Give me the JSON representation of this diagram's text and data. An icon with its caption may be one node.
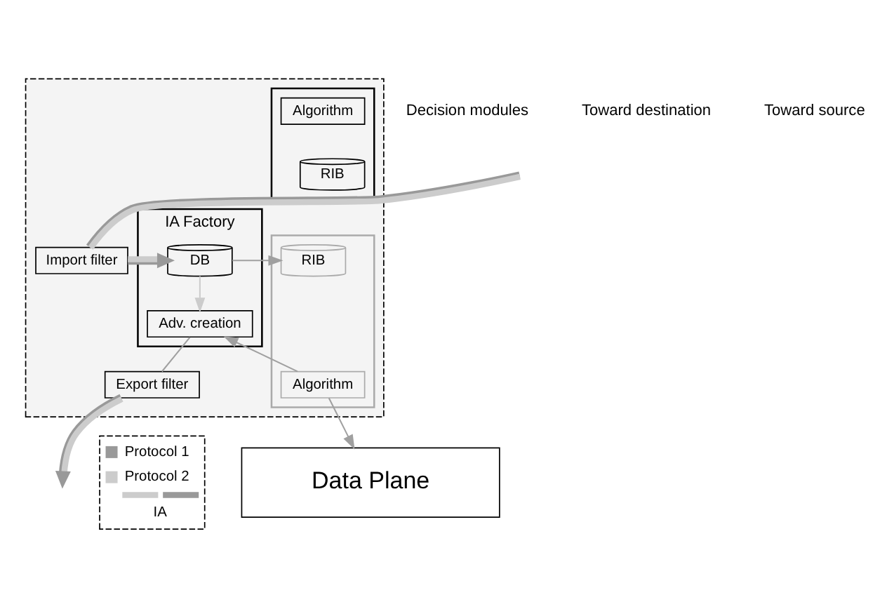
{
  "diagram": {
    "nodes": [
      {
        "text": [],
        "shape": "box"
      },
      {
        "text": [
          "Import filter"
        ],
        "in": 0
      },
      {
        "text": [
          "IA Factory"
        ],
        "in": 0
      },
      {
        "text": [
          "DB"
        ],
        "in": 2
      },
      {
        "text": [
          "Adv. creation"
        ],
        "in": 2
      },
      {
        "text": [
          "Export filter"
        ],
        "in": 0
      },
      {
        "text": [],
        "shape": "box",
        "in": 0
      },
      {
        "text": [
          "RIB"
        ],
        "in": 6
      },
      {
        "text": [
          "Algorithm"
        ],
        "in": 6
      },
      {
        "text": [],
        "shape": "box",
        "in": 0
      },
      {
        "text": [
          "RIB"
        ],
        "in": 9
      },
      {
        "text": [
          "Algorithm"
        ],
        "in": 9
      },
      {
        "text": [
          "Data Plane"
        ]
      }
    ],
    "edges": [
      {
        "from": null,
        "to": 1,
        "arrow": "none",
        "style": "thick"
      },
      {
        "from": 1,
        "to": 3,
        "arrow": "to",
        "style": "thick"
      },
      {
        "from": 3,
        "to": 4,
        "arrow": "to",
        "color": "#cccccc"
      },
      {
        "from": 3,
        "to": 10,
        "arrow": "to"
      },
      {
        "from": 11,
        "to": 4,
        "arrow": "to"
      },
      {
        "from": 11,
        "to": 12,
        "arrow": "to"
      },
      {
        "from": 4,
        "to": 5,
        "arrow": "none"
      },
      {
        "from": 5,
        "to": null,
        "arrow": "to",
        "style": "thick"
      }
    ],
    "labels": [
      "Toward destination",
      "Decision modules",
      "Toward source"
    ],
    "legend": [
      {
        "text": "Protocol 1",
        "color": "#999999"
      },
      {
        "text": "Protocol 2",
        "color": "#cccccc"
      },
      {
        "text": "IA"
      }
    ]
  }
}
